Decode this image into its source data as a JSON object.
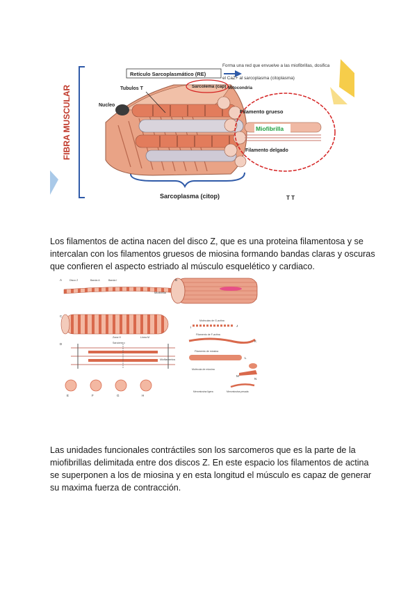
{
  "figure1": {
    "side_label": "FIBRA MUSCULAR",
    "re_label": "Retículo Sarcoplasmático (RE)",
    "re_note_line1": "Forma una red que envuelve a las miofibrillas, dosifica",
    "re_note_line2": "el CaZ+ al sarcoplasma (citoplasma)",
    "sarcolema": "Sarcolema (cap)",
    "tubulos": "Tubulos T",
    "mitocondria": "Mitocondria",
    "nucleo": "Nucleo",
    "filamento_grueso": "Filamento grueso",
    "miofibrilla": "Miofibrilla",
    "filamento_delgado": "Filamento delgado",
    "sarcoplasma": "Sarcoplasma (citop)",
    "corner_mark": "T T"
  },
  "paragraph1": {
    "line1": "Los filamentos de actina nacen del disco Z, que es una proteina filamentosa y se",
    "line2": "intercalan con los filamentos gruesos de miosina formando bandas claras y oscuras",
    "line3": "que confieren el aspecto estriado al músculo esquelético y cardiaco."
  },
  "figure2": {
    "disco_z": "Disco Z",
    "banda_a": "Banda A",
    "banda_i": "Banda I",
    "miofibrilla": "Miofibrilla",
    "zona_h": "Zona H",
    "linea_m": "Línea M",
    "sarcomero": "Sarcómero",
    "miofilamentos": "Miofilamentos",
    "molecula_actina": "Moléculas de G-actina",
    "filamento_f_actina": "Filamento de F-actina",
    "filamento_miosina": "Filamento de miosina",
    "molecula_miosina": "Molécula de miosina",
    "meromiosina_ligera": "Meromiosina ligera",
    "meromiosina_pesada": "Meromiosina pesada",
    "letters": [
      "A",
      "B",
      "C",
      "D",
      "E",
      "F",
      "G",
      "H",
      "I",
      "J",
      "K",
      "L",
      "M",
      "N"
    ]
  },
  "paragraph2": {
    "line1": "Las unidades funcionales contráctiles son los sarcomeros que es la parte de la",
    "line2": "miofibrillas delimitada entre dos discos Z. En este espacio los filamentos de actina",
    "line3": "se superponen a los de miosina y en esta longitud el músculo es capaz de generar",
    "line4": "su maxima fuerza de contracción."
  },
  "colors": {
    "bracket_blue": "#2f5aa8",
    "side_label_red": "#c0392b",
    "muscle_orange": "#e0866a",
    "circle_red": "#d42020",
    "miofibrilla_green": "#1e9e3e",
    "accent_yellow": "#f6cd4a",
    "accent_blue": "#a9c9e8"
  }
}
